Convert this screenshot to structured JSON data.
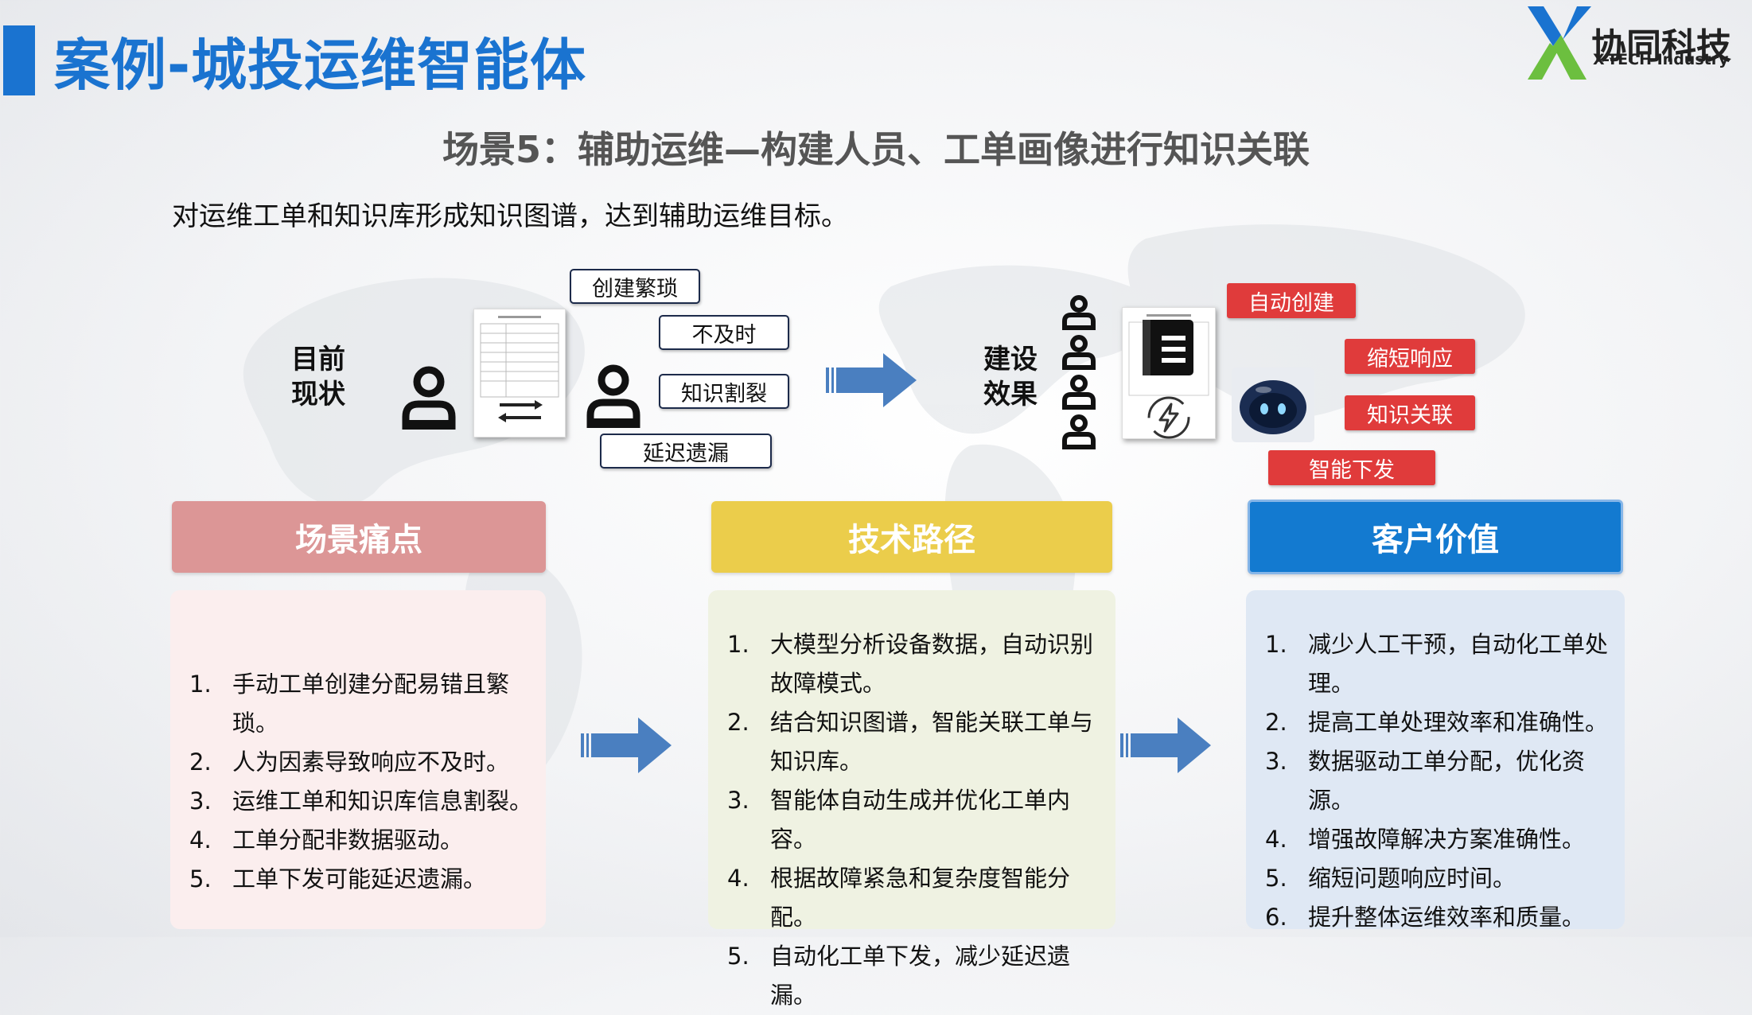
{
  "title": "案例-城投运维智能体",
  "logo": {
    "cn": "协同科技",
    "en": "X-TECH Industry"
  },
  "subtitle": "场景5：辅助运维—构建人员、工单画像进行知识关联",
  "description": "对运维工单和知识库形成知识图谱，达到辅助运维目标。",
  "current": {
    "label_line1": "目前",
    "label_line2": "现状",
    "tags": [
      "创建繁琐",
      "不及时",
      "知识割裂",
      "延迟遗漏"
    ]
  },
  "effect": {
    "label_line1": "建设",
    "label_line2": "效果",
    "tags": [
      "自动创建",
      "缩短响应",
      "知识关联",
      "智能下发"
    ]
  },
  "colors": {
    "accent": "#1a73d0",
    "pain": "#dc9696",
    "tech": "#ebcd4b",
    "value": "#137ad0",
    "red_tag": "#e03b3b"
  },
  "columns": [
    {
      "header": "场景痛点",
      "items": [
        {
          "num": "1.",
          "text": "手动工单创建分配易错且繁琐。"
        },
        {
          "num": "2.",
          "text": "人为因素导致响应不及时。"
        },
        {
          "num": "3.",
          "text": "运维工单和知识库信息割裂。"
        },
        {
          "num": "4.",
          "text": "工单分配非数据驱动。"
        },
        {
          "num": "5.",
          "text": "工单下发可能延迟遗漏。"
        }
      ]
    },
    {
      "header": "技术路径",
      "items": [
        {
          "num": "1.",
          "text": "大模型分析设备数据，自动识别故障模式。"
        },
        {
          "num": "2.",
          "text": "结合知识图谱，智能关联工单与知识库。"
        },
        {
          "num": "3.",
          "text": "智能体自动生成并优化工单内容。"
        },
        {
          "num": "4.",
          "text": "根据故障紧急和复杂度智能分配。"
        },
        {
          "num": "5.",
          "text": "自动化工单下发，减少延迟遗漏。"
        }
      ]
    },
    {
      "header": "客户价值",
      "items": [
        {
          "num": "1.",
          "text": "减少人工干预，自动化工单处理。"
        },
        {
          "num": "2.",
          "text": "提高工单处理效率和准确性。"
        },
        {
          "num": "3.",
          "text": "数据驱动工单分配，优化资源。"
        },
        {
          "num": "4.",
          "text": "增强故障解决方案准确性。"
        },
        {
          "num": "5.",
          "text": "缩短问题响应时间。"
        },
        {
          "num": "6.",
          "text": "提升整体运维效率和质量。"
        }
      ]
    }
  ]
}
